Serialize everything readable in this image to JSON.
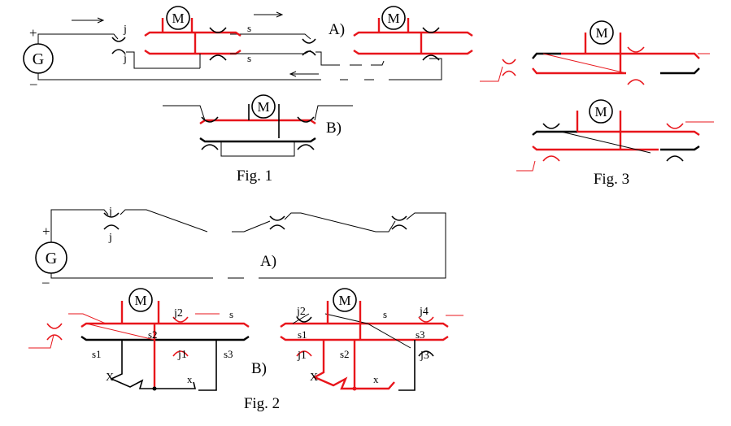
{
  "colors": {
    "wire": "#000000",
    "highlight": "#e8151b",
    "background": "#ffffff"
  },
  "fig1": {
    "caption": "Fig. 1",
    "label_a": "A)",
    "label_b": "B)",
    "generator": "G",
    "plus": "+",
    "minus": "–",
    "motor": "M",
    "contact_j_top": "j",
    "contact_j_bottom": "j",
    "rail_s_top": "s",
    "rail_s_bottom": "s"
  },
  "fig2": {
    "caption": "Fig. 2",
    "label_a": "A)",
    "label_b": "B)",
    "generator": "G",
    "plus": "+",
    "minus": "–",
    "motor": "M",
    "contact_j_top": "j",
    "contact_j_bottom": "j",
    "left": {
      "j2": "j2",
      "s": "s",
      "s1": "s1",
      "s2": "s2",
      "s3": "s3",
      "j1": "j1",
      "X": "X",
      "x": "x"
    },
    "right": {
      "j2": "j2",
      "s": "s",
      "j4": "j4",
      "s1": "s1",
      "s2": "s2",
      "s3": "s3",
      "j1": "j1",
      "j3": "j3",
      "X": "X",
      "x": "x"
    }
  },
  "fig3": {
    "caption": "Fig. 3",
    "motor": "M"
  }
}
